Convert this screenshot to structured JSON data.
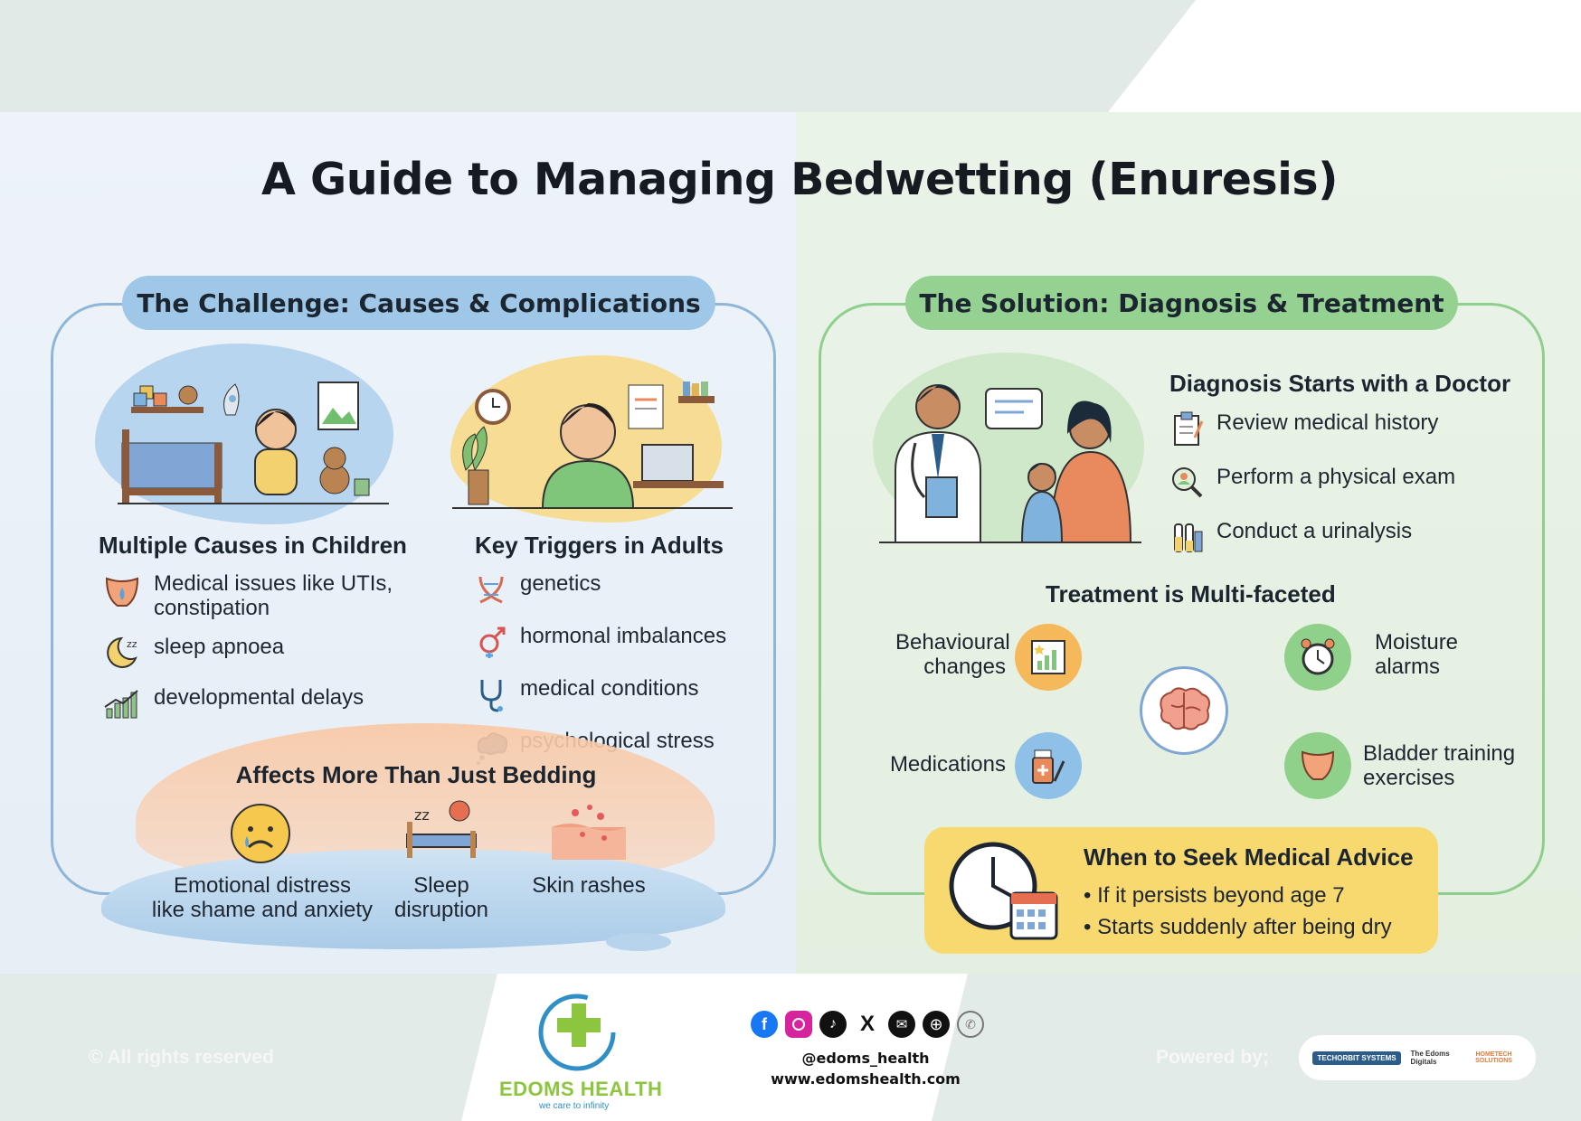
{
  "title": "A Guide to Managing Bedwetting (Enuresis)",
  "challenge": {
    "heading": "The Challenge: Causes & Complications",
    "children": {
      "heading": "Multiple Causes in Children",
      "items": [
        {
          "icon": "bladder-icon",
          "text_line1": "Medical issues like UTIs,",
          "text_line2": "constipation"
        },
        {
          "icon": "moon-sleep-icon",
          "text": "sleep apnoea"
        },
        {
          "icon": "growth-chart-icon",
          "text": "developmental delays"
        }
      ]
    },
    "adults": {
      "heading": "Key Triggers in Adults",
      "items": [
        {
          "icon": "dna-icon",
          "text": "genetics"
        },
        {
          "icon": "gender-symbol-icon",
          "text": "hormonal imbalances"
        },
        {
          "icon": "stethoscope-icon",
          "text": "medical conditions"
        },
        {
          "icon": "thought-cloud-icon",
          "text": "psychological stress"
        }
      ]
    },
    "effects": {
      "heading": "Affects More Than Just Bedding",
      "items": [
        {
          "icon": "sad-face-icon",
          "line1": "Emotional distress",
          "line2": "like shame and anxiety"
        },
        {
          "icon": "bed-sleep-icon",
          "line1": "Sleep",
          "line2": "disruption"
        },
        {
          "icon": "skin-rash-icon",
          "line1": "Skin rashes"
        }
      ]
    }
  },
  "solution": {
    "heading": "The Solution: Diagnosis & Treatment",
    "diagnosis": {
      "heading": "Diagnosis Starts with a Doctor",
      "items": [
        {
          "icon": "clipboard-icon",
          "text": "Review medical history"
        },
        {
          "icon": "magnifier-person-icon",
          "text": "Perform a physical exam"
        },
        {
          "icon": "test-tubes-icon",
          "text": "Conduct a urinalysis"
        }
      ]
    },
    "treatment": {
      "heading": "Treatment is Multi-faceted",
      "behavioural": {
        "line1": "Behavioural",
        "line2": "changes"
      },
      "moisture": {
        "line1": "Moisture",
        "line2": "alarms"
      },
      "medications": {
        "line1": "Medications"
      },
      "bladder": {
        "line1": "Bladder training",
        "line2": "exercises"
      }
    },
    "seek": {
      "heading": "When to Seek Medical Advice",
      "bullets": [
        "If it persists beyond age 7",
        "Starts suddenly after being dry"
      ]
    }
  },
  "footer": {
    "copyright": "© All rights reserved",
    "brand": "EDOMS HEALTH",
    "tagline": "we care to infinity",
    "handle": "@edoms_health",
    "website": "www.edomshealth.com",
    "powered_by": "Powered by;",
    "social_icons": [
      "facebook-icon",
      "instagram-icon",
      "tiktok-icon",
      "x-icon",
      "email-icon",
      "globe-icon",
      "whatsapp-icon"
    ],
    "partners": [
      "TECHORBIT SYSTEMS",
      "The Edoms Digitals",
      "HOMETECH SOLUTIONS"
    ]
  },
  "colors": {
    "left_accent": "#9ec7e8",
    "right_accent": "#95d191",
    "seek_bg": "#f8d970",
    "brand_green": "#8cc63f",
    "brand_blue": "#2f8fc6"
  }
}
